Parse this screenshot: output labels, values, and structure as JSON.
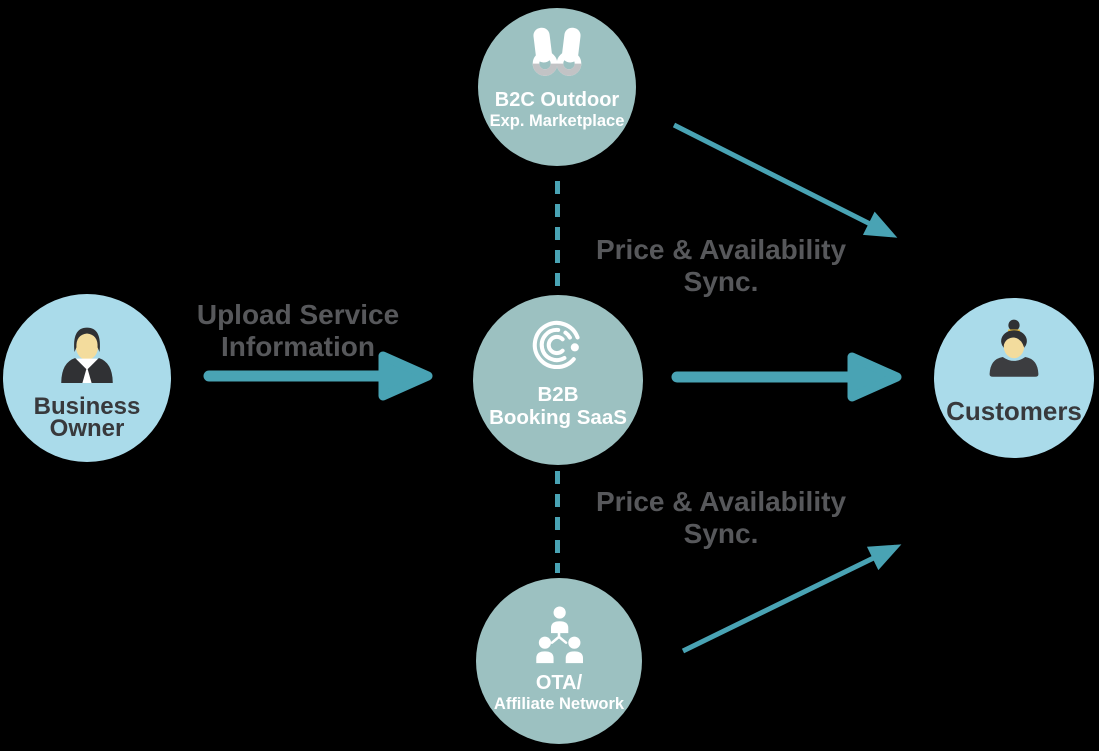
{
  "colors": {
    "background": "#000000",
    "arrow_teal": "#49a3b4",
    "node_teal": "#9cc1c1",
    "node_blue": "#aadbea",
    "text_white": "#ffffff",
    "text_dark": "#38393c",
    "text_gray": "#57585b",
    "icon_dark": "#303134",
    "icon_dark2": "#3c3d40",
    "icon_skin": "#f3dc9d",
    "icon_gold": "#e9bc3d",
    "icon_shade": "#c2c3c5"
  },
  "nodes": {
    "business_owner": {
      "lines": [
        "Business",
        "Owner"
      ],
      "icon": "businessman-icon"
    },
    "b2c": {
      "lines": [
        "B2C Outdoor",
        "Exp. Marketplace"
      ],
      "icon": "binoculars-icon"
    },
    "b2b": {
      "lines": [
        "B2B",
        "Booking SaaS"
      ],
      "icon": "booking-saas-logo-icon"
    },
    "ota": {
      "lines": [
        "OTA/",
        "Affiliate Network"
      ],
      "icon": "affiliate-network-icon"
    },
    "customers": {
      "lines": [
        "Customers"
      ],
      "icon": "customer-icon"
    }
  },
  "flow_labels": {
    "upload": {
      "lines": [
        "Upload Service",
        "Information"
      ]
    },
    "sync_top": {
      "lines": [
        "Price & Availability",
        "Sync."
      ]
    },
    "sync_bottom": {
      "lines": [
        "Price & Availability",
        "Sync."
      ]
    }
  }
}
